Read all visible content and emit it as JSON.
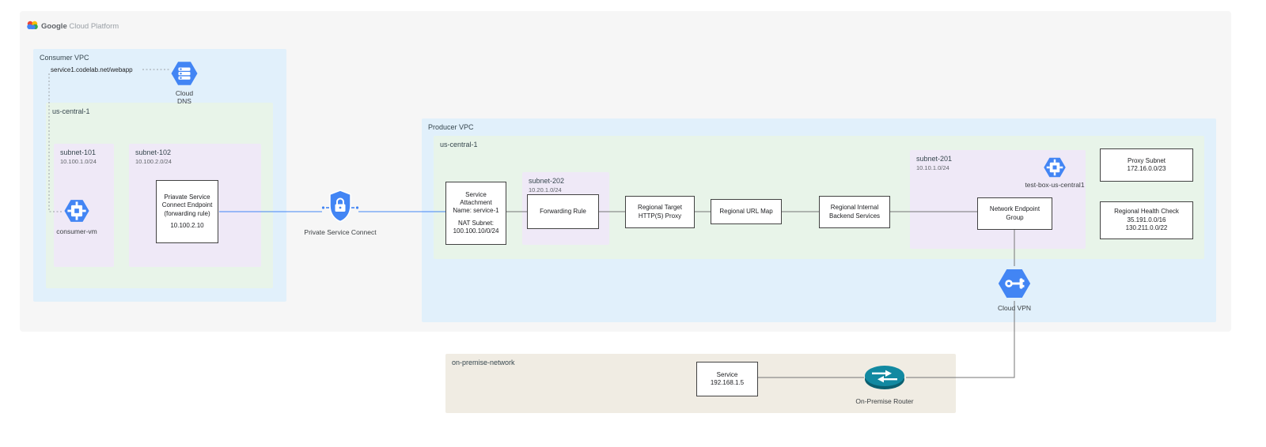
{
  "header": {
    "logo_google": "Google",
    "logo_rest": "Cloud Platform"
  },
  "consumer_vpc": {
    "label": "Consumer VPC",
    "dns_record": "service1.codelab.net/webapp",
    "cloud_dns": {
      "line1": "Cloud",
      "line2": "DNS"
    },
    "region": {
      "label": "us-central-1",
      "subnet101": {
        "name": "subnet-101",
        "cidr": "10.100.1.0/24",
        "vm_label": "consumer-vm"
      },
      "subnet102": {
        "name": "subnet-102",
        "cidr": "10.100.2.0/24",
        "endpoint": {
          "line1": "Priavate Service",
          "line2": "Connect Endpoint",
          "line3": "(forwarding rule)",
          "line4": "10.100.2.10"
        }
      }
    }
  },
  "psc": {
    "label": "Private Service Connect"
  },
  "producer_vpc": {
    "label": "Producer VPC",
    "region": {
      "label": "us-central-1",
      "service_attachment": {
        "line1": "Service",
        "line2": "Attachment",
        "line3": "Name: service-1",
        "line4": "NAT Subnet:",
        "line5": "100.100.10/0/24"
      },
      "subnet202": {
        "name": "subnet-202",
        "cidr": "10.20.1.0/24",
        "forwarding_rule": "Forwarding Rule"
      },
      "target_proxy": {
        "line1": "Regional Target",
        "line2": "HTTP(S) Proxy"
      },
      "url_map": "Regional URL Map",
      "backend": {
        "line1": "Regional Internal",
        "line2": "Backend Services"
      },
      "subnet201": {
        "name": "subnet-201",
        "cidr": "10.10.1.0/24",
        "test_box_label": "test-box-us-central1",
        "neg": {
          "line1": "Network Endpoint",
          "line2": "Group"
        }
      },
      "proxy_subnet": {
        "line1": "Proxy Subnet",
        "line2": "172.16.0.0/23"
      },
      "health_check": {
        "line1": "Regional Health Check",
        "line2": "35.191.0.0/16",
        "line3": "130.211.0.0/22"
      }
    },
    "cloud_vpn_label": "Cloud VPN"
  },
  "on_premise": {
    "label": "on-premise-network",
    "service": {
      "line1": "Service",
      "line2": "192.168.1.5"
    },
    "router_label": "On-Premise Router"
  },
  "colors": {
    "vpc_blue": "#e1f0fb",
    "region_green": "#e8f4e9",
    "subnet_purple": "#efe9f7",
    "on_prem_beige": "#f0ece3",
    "icon_blue": "#4285f4",
    "router_teal": "#0f7e95"
  }
}
